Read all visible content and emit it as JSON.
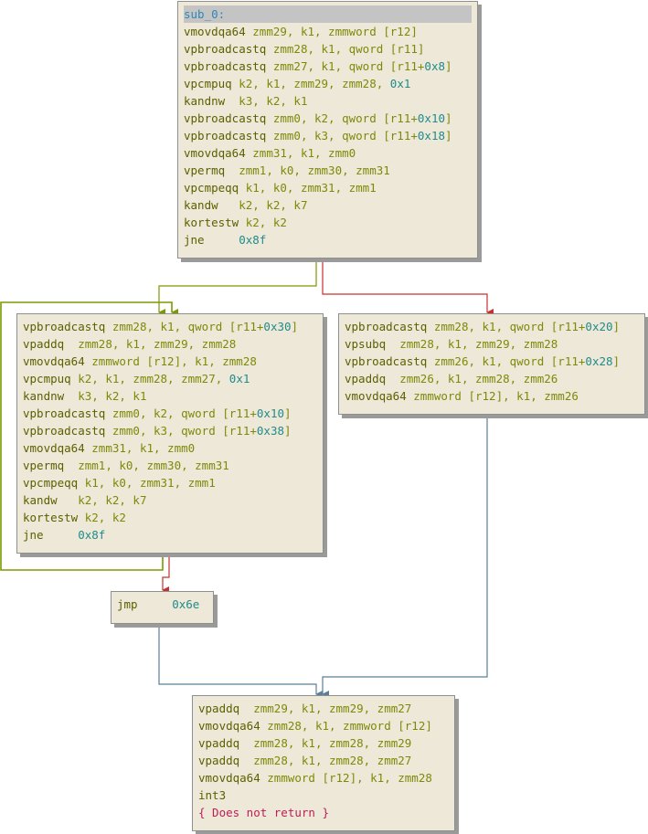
{
  "colors": {
    "block_bg": "#ede8d7",
    "block_border": "#8f8f8f",
    "mnemonic": "#5d5f00",
    "operand": "#7c8a09",
    "number": "#208b8b",
    "label": "#2f88b5",
    "comment": "#c01c58",
    "edge_true": "#7a9a01",
    "edge_false": "#c8302e",
    "edge_unconditional": "#5b7f96"
  },
  "blocks": {
    "entry": {
      "label": "sub_0:",
      "lines": [
        {
          "m": "vmovdqa64 ",
          "p": [
            {
              "t": "zmm29, k1, zmmword [r12]",
              "c": "reg"
            }
          ]
        },
        {
          "m": "vpbroadcastq ",
          "p": [
            {
              "t": "zmm28, k1, qword [r11]",
              "c": "reg"
            }
          ]
        },
        {
          "m": "vpbroadcastq ",
          "p": [
            {
              "t": "zmm27, k1, qword [r11+",
              "c": "reg"
            },
            {
              "t": "0x8",
              "c": "num"
            },
            {
              "t": "]",
              "c": "reg"
            }
          ]
        },
        {
          "m": "vpcmpuq ",
          "p": [
            {
              "t": "k2, k1, zmm29, zmm28, ",
              "c": "reg"
            },
            {
              "t": "0x1",
              "c": "num"
            }
          ]
        },
        {
          "m": "kandnw  ",
          "p": [
            {
              "t": "k3, k2, k1",
              "c": "reg"
            }
          ]
        },
        {
          "m": "vpbroadcastq ",
          "p": [
            {
              "t": "zmm0, k2, qword [r11+",
              "c": "reg"
            },
            {
              "t": "0x10",
              "c": "num"
            },
            {
              "t": "]",
              "c": "reg"
            }
          ]
        },
        {
          "m": "vpbroadcastq ",
          "p": [
            {
              "t": "zmm0, k3, qword [r11+",
              "c": "reg"
            },
            {
              "t": "0x18",
              "c": "num"
            },
            {
              "t": "]",
              "c": "reg"
            }
          ]
        },
        {
          "m": "vmovdqa64 ",
          "p": [
            {
              "t": "zmm31, k1, zmm0",
              "c": "reg"
            }
          ]
        },
        {
          "m": "vpermq  ",
          "p": [
            {
              "t": "zmm1, k0, zmm30, zmm31",
              "c": "reg"
            }
          ]
        },
        {
          "m": "vpcmpeqq ",
          "p": [
            {
              "t": "k1, k0, zmm31, zmm1",
              "c": "reg"
            }
          ]
        },
        {
          "m": "kandw   ",
          "p": [
            {
              "t": "k2, k2, k7",
              "c": "reg"
            }
          ]
        },
        {
          "m": "kortestw ",
          "p": [
            {
              "t": "k2, k2",
              "c": "reg"
            }
          ]
        },
        {
          "m": "jne     ",
          "p": [
            {
              "t": "0x8f",
              "c": "num"
            }
          ]
        }
      ]
    },
    "loop": {
      "lines": [
        {
          "m": "vpbroadcastq ",
          "p": [
            {
              "t": "zmm28, k1, qword [r11+",
              "c": "reg"
            },
            {
              "t": "0x30",
              "c": "num"
            },
            {
              "t": "]",
              "c": "reg"
            }
          ]
        },
        {
          "m": "vpaddq  ",
          "p": [
            {
              "t": "zmm28, k1, zmm29, zmm28",
              "c": "reg"
            }
          ]
        },
        {
          "m": "vmovdqa64 ",
          "p": [
            {
              "t": "zmmword [r12], k1, zmm28",
              "c": "reg"
            }
          ]
        },
        {
          "m": "vpcmpuq ",
          "p": [
            {
              "t": "k2, k1, zmm28, zmm27, ",
              "c": "reg"
            },
            {
              "t": "0x1",
              "c": "num"
            }
          ]
        },
        {
          "m": "kandnw  ",
          "p": [
            {
              "t": "k3, k2, k1",
              "c": "reg"
            }
          ]
        },
        {
          "m": "vpbroadcastq ",
          "p": [
            {
              "t": "zmm0, k2, qword [r11+",
              "c": "reg"
            },
            {
              "t": "0x10",
              "c": "num"
            },
            {
              "t": "]",
              "c": "reg"
            }
          ]
        },
        {
          "m": "vpbroadcastq ",
          "p": [
            {
              "t": "zmm0, k3, qword [r11+",
              "c": "reg"
            },
            {
              "t": "0x38",
              "c": "num"
            },
            {
              "t": "]",
              "c": "reg"
            }
          ]
        },
        {
          "m": "vmovdqa64 ",
          "p": [
            {
              "t": "zmm31, k1, zmm0",
              "c": "reg"
            }
          ]
        },
        {
          "m": "vpermq  ",
          "p": [
            {
              "t": "zmm1, k0, zmm30, zmm31",
              "c": "reg"
            }
          ]
        },
        {
          "m": "vpcmpeqq ",
          "p": [
            {
              "t": "k1, k0, zmm31, zmm1",
              "c": "reg"
            }
          ]
        },
        {
          "m": "kandw   ",
          "p": [
            {
              "t": "k2, k2, k7",
              "c": "reg"
            }
          ]
        },
        {
          "m": "kortestw ",
          "p": [
            {
              "t": "k2, k2",
              "c": "reg"
            }
          ]
        },
        {
          "m": "jne     ",
          "p": [
            {
              "t": "0x8f",
              "c": "num"
            }
          ]
        }
      ]
    },
    "right": {
      "lines": [
        {
          "m": "vpbroadcastq ",
          "p": [
            {
              "t": "zmm28, k1, qword [r11+",
              "c": "reg"
            },
            {
              "t": "0x20",
              "c": "num"
            },
            {
              "t": "]",
              "c": "reg"
            }
          ]
        },
        {
          "m": "vpsubq  ",
          "p": [
            {
              "t": "zmm28, k1, zmm29, zmm28",
              "c": "reg"
            }
          ]
        },
        {
          "m": "vpbroadcastq ",
          "p": [
            {
              "t": "zmm26, k1, qword [r11+",
              "c": "reg"
            },
            {
              "t": "0x28",
              "c": "num"
            },
            {
              "t": "]",
              "c": "reg"
            }
          ]
        },
        {
          "m": "vpaddq  ",
          "p": [
            {
              "t": "zmm26, k1, zmm28, zmm26",
              "c": "reg"
            }
          ]
        },
        {
          "m": "vmovdqa64 ",
          "p": [
            {
              "t": "zmmword [r12], k1, zmm26",
              "c": "reg"
            }
          ]
        }
      ]
    },
    "jmp": {
      "lines": [
        {
          "m": "jmp     ",
          "p": [
            {
              "t": "0x6e",
              "c": "num"
            }
          ]
        }
      ]
    },
    "exit": {
      "lines": [
        {
          "m": "vpaddq  ",
          "p": [
            {
              "t": "zmm29, k1, zmm29, zmm27",
              "c": "reg"
            }
          ]
        },
        {
          "m": "vmovdqa64 ",
          "p": [
            {
              "t": "zmm28, k1, zmmword [r12]",
              "c": "reg"
            }
          ]
        },
        {
          "m": "vpaddq  ",
          "p": [
            {
              "t": "zmm28, k1, zmm28, zmm29",
              "c": "reg"
            }
          ]
        },
        {
          "m": "vpaddq  ",
          "p": [
            {
              "t": "zmm28, k1, zmm28, zmm27",
              "c": "reg"
            }
          ]
        },
        {
          "m": "vmovdqa64 ",
          "p": [
            {
              "t": "zmmword [r12], k1, zmm28",
              "c": "reg"
            }
          ]
        },
        {
          "m": "int3",
          "p": []
        }
      ],
      "comment": "{ Does not return }"
    }
  }
}
